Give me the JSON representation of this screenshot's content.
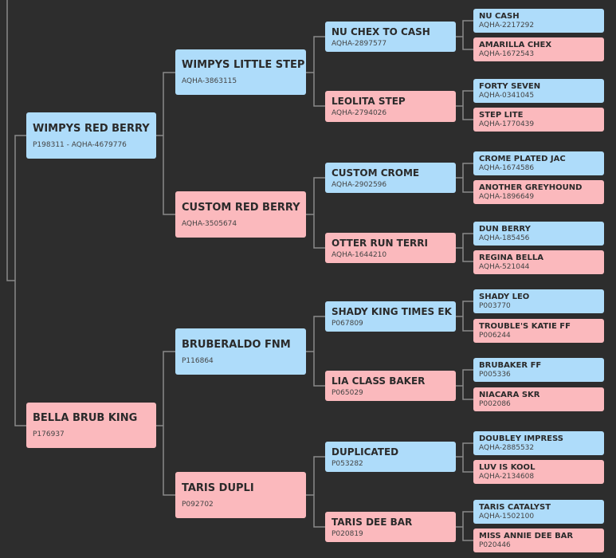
{
  "colors": {
    "background": "#2d2d2d",
    "line": "#8a8a8a",
    "sire": "#aedcfa",
    "dam": "#fbb9bd"
  },
  "pedigree": {
    "g1": [
      {
        "name": "WIMPYS RED BERRY",
        "reg": "P198311 - AQHA-4679776",
        "sex": "sire"
      },
      {
        "name": "BELLA BRUB KING",
        "reg": "P176937",
        "sex": "dam"
      }
    ],
    "g2": [
      {
        "name": "WIMPYS LITTLE STEP",
        "reg": "AQHA-3863115",
        "sex": "sire"
      },
      {
        "name": "CUSTOM RED BERRY",
        "reg": "AQHA-3505674",
        "sex": "dam"
      },
      {
        "name": "BRUBERALDO FNM",
        "reg": "P116864",
        "sex": "sire"
      },
      {
        "name": "TARIS DUPLI",
        "reg": "P092702",
        "sex": "dam"
      }
    ],
    "g3": [
      {
        "name": "NU CHEX TO CASH",
        "reg": "AQHA-2897577",
        "sex": "sire"
      },
      {
        "name": "LEOLITA STEP",
        "reg": "AQHA-2794026",
        "sex": "dam"
      },
      {
        "name": "CUSTOM CROME",
        "reg": "AQHA-2902596",
        "sex": "sire"
      },
      {
        "name": "OTTER RUN TERRI",
        "reg": "AQHA-1644210",
        "sex": "dam"
      },
      {
        "name": "SHADY KING TIMES EK",
        "reg": "P067809",
        "sex": "sire"
      },
      {
        "name": "LIA CLASS BAKER",
        "reg": "P065029",
        "sex": "dam"
      },
      {
        "name": "DUPLICATED",
        "reg": "P053282",
        "sex": "sire"
      },
      {
        "name": "TARIS DEE BAR",
        "reg": "P020819",
        "sex": "dam"
      }
    ],
    "g4": [
      {
        "name": "NU CASH",
        "reg": "AQHA-2217292",
        "sex": "sire"
      },
      {
        "name": "AMARILLA CHEX",
        "reg": "AQHA-1672543",
        "sex": "dam"
      },
      {
        "name": "FORTY SEVEN",
        "reg": "AQHA-0341045",
        "sex": "sire"
      },
      {
        "name": "STEP LITE",
        "reg": "AQHA-1770439",
        "sex": "dam"
      },
      {
        "name": "CROME PLATED JAC",
        "reg": "AQHA-1674586",
        "sex": "sire"
      },
      {
        "name": "ANOTHER GREYHOUND",
        "reg": "AQHA-1896649",
        "sex": "dam"
      },
      {
        "name": "DUN BERRY",
        "reg": "AQHA-185456",
        "sex": "sire"
      },
      {
        "name": "REGINA BELLA",
        "reg": "AQHA-521044",
        "sex": "dam"
      },
      {
        "name": "SHADY LEO",
        "reg": "P003770",
        "sex": "sire"
      },
      {
        "name": "TROUBLE'S KATIE FF",
        "reg": "P006244",
        "sex": "dam"
      },
      {
        "name": "BRUBAKER FF",
        "reg": "P005336",
        "sex": "sire"
      },
      {
        "name": "NIACARA SKR",
        "reg": "P002086",
        "sex": "dam"
      },
      {
        "name": "DOUBLEY IMPRESS",
        "reg": "AQHA-2885532",
        "sex": "sire"
      },
      {
        "name": "LUV IS KOOL",
        "reg": "AQHA-2134608",
        "sex": "dam"
      },
      {
        "name": "TARIS CATALYST",
        "reg": "AQHA-1502100",
        "sex": "sire"
      },
      {
        "name": "MISS ANNIE DEE BAR",
        "reg": "P020446",
        "sex": "dam"
      }
    ]
  }
}
